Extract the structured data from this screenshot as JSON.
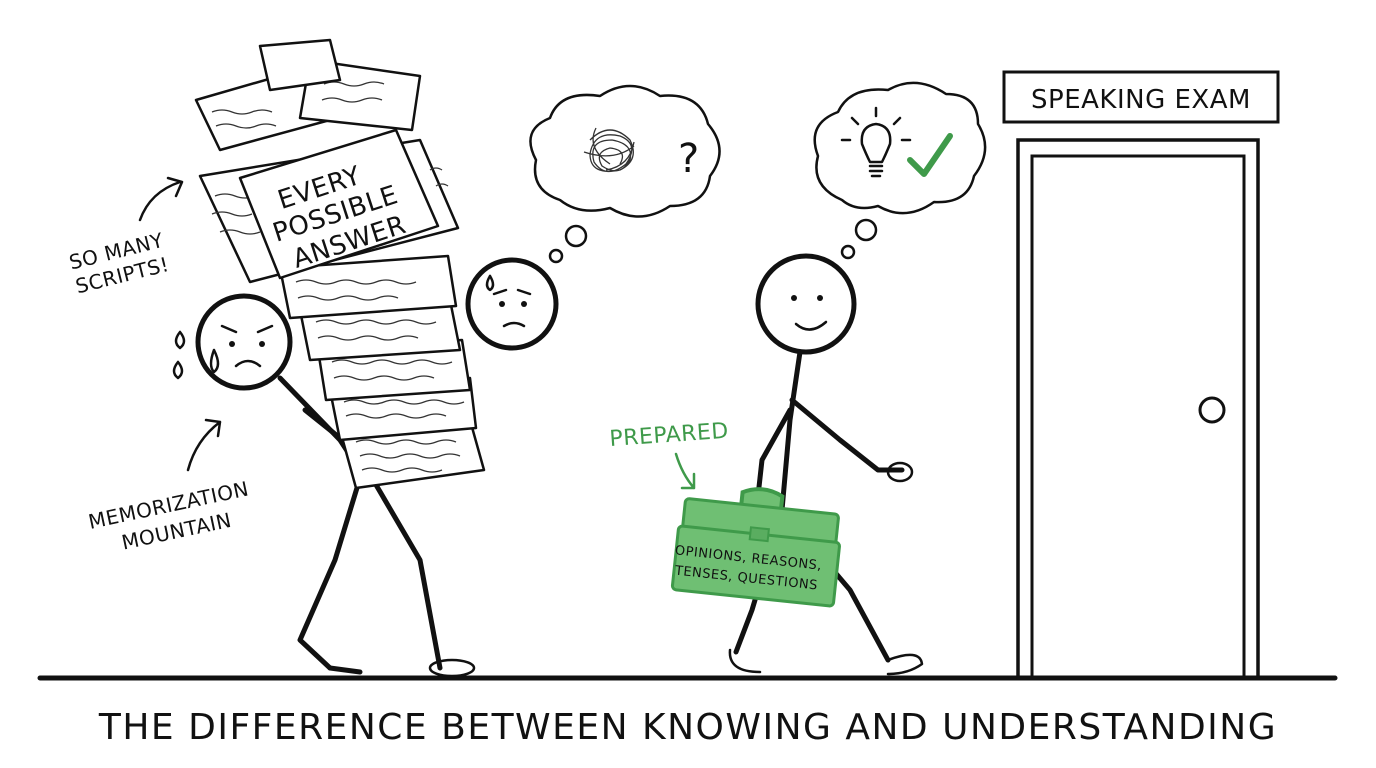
{
  "labels": {
    "pile_text_line1": "EVERY",
    "pile_text_line2": "POSSIBLE",
    "pile_text_line3": "ANSWER",
    "scripts_line1": "SO MANY",
    "scripts_line2": "SCRIPTS!",
    "mountain_line1": "MEMORIZATION",
    "mountain_line2": "MOUNTAIN",
    "prepared": "PREPARED",
    "toolbox_line1": "OPINIONS, REASONS,",
    "toolbox_line2": "TENSES, QUESTIONS",
    "question_mark": "?",
    "exam_sign": "SPEAKING EXAM"
  },
  "caption": "THE DIFFERENCE BETWEEN KNOWING AND UNDERSTANDING",
  "colors": {
    "ink": "#111111",
    "accent_green": "#3f9a4a",
    "toolbox_fill": "#6fbf73",
    "background": "#ffffff"
  },
  "icons": [
    "lightbulb-icon",
    "checkmark-icon",
    "tangled-thought-icon",
    "door-knob-icon"
  ]
}
